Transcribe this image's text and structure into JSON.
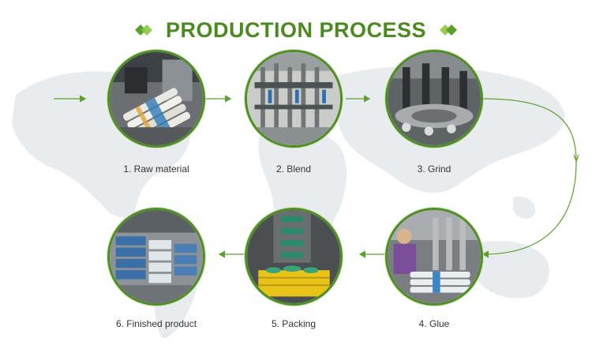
{
  "header": {
    "title": "PRODUCTION PROCESS",
    "accent_color": "#4a8a1f",
    "diamond_colors": [
      "#5aa02c",
      "#8cc63f"
    ]
  },
  "steps": [
    {
      "label": "1. Raw material",
      "image": "raw-material-photo"
    },
    {
      "label": "2. Blend",
      "image": "blend-photo"
    },
    {
      "label": "3. Grind",
      "image": "grind-photo"
    },
    {
      "label": "4. Glue",
      "image": "glue-photo"
    },
    {
      "label": "5. Packing",
      "image": "packing-photo"
    },
    {
      "label": "6. Finished product",
      "image": "finished-product-photo"
    }
  ],
  "connector_color": "#5aa02c",
  "background": "world-map"
}
